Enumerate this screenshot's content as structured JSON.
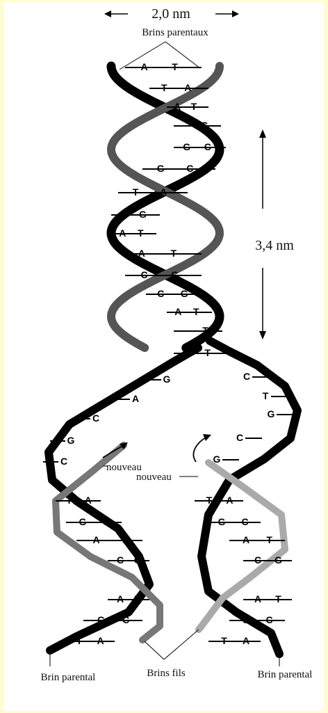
{
  "labels": {
    "width": "2,0 nm",
    "parental_strands": "Brins parentaux",
    "pitch": "3,4 nm",
    "new_left": "nouveau",
    "new_right": "nouveau",
    "parental_left": "Brin parental",
    "daughter_strands": "Brins fils",
    "parental_right": "Brin parental"
  },
  "pairs_top": [
    {
      "l": "A",
      "r": "T"
    },
    {
      "l": "T",
      "r": "A"
    },
    {
      "l": "A",
      "r": "T"
    },
    {
      "l": "",
      "r": "G"
    },
    {
      "l": "G",
      "r": "C"
    },
    {
      "l": "G",
      "r": "C"
    },
    {
      "l": "T",
      "r": "A"
    },
    {
      "l": "C",
      "r": "G"
    },
    {
      "l": "A",
      "r": "T"
    },
    {
      "l": "A",
      "r": "T"
    },
    {
      "l": "C",
      "r": "G"
    },
    {
      "l": "C",
      "r": "G"
    },
    {
      "l": "A",
      "r": "T"
    },
    {
      "l": "",
      "r": "T"
    },
    {
      "l": "A",
      "r": "T"
    }
  ],
  "single_left": [
    "G",
    "A",
    "C",
    "G",
    "C"
  ],
  "single_right": [
    "C",
    "T",
    "G",
    "C",
    "G"
  ],
  "pairs_left": [
    {
      "l": "T",
      "r": "A"
    },
    {
      "l": "G",
      "r": "C"
    },
    {
      "l": "A",
      "r": "T"
    },
    {
      "l": "C",
      "r": "G"
    },
    {
      "l": "A",
      "r": "T"
    },
    {
      "l": "G",
      "r": "C"
    },
    {
      "l": "T",
      "r": "A"
    }
  ],
  "pairs_right": [
    {
      "l": "T",
      "r": "A"
    },
    {
      "l": "G",
      "r": "C"
    },
    {
      "l": "A",
      "r": "T"
    },
    {
      "l": "C",
      "r": "G"
    },
    {
      "l": "A",
      "r": "T"
    },
    {
      "l": "G",
      "r": "C"
    },
    {
      "l": "T",
      "r": "A"
    }
  ]
}
